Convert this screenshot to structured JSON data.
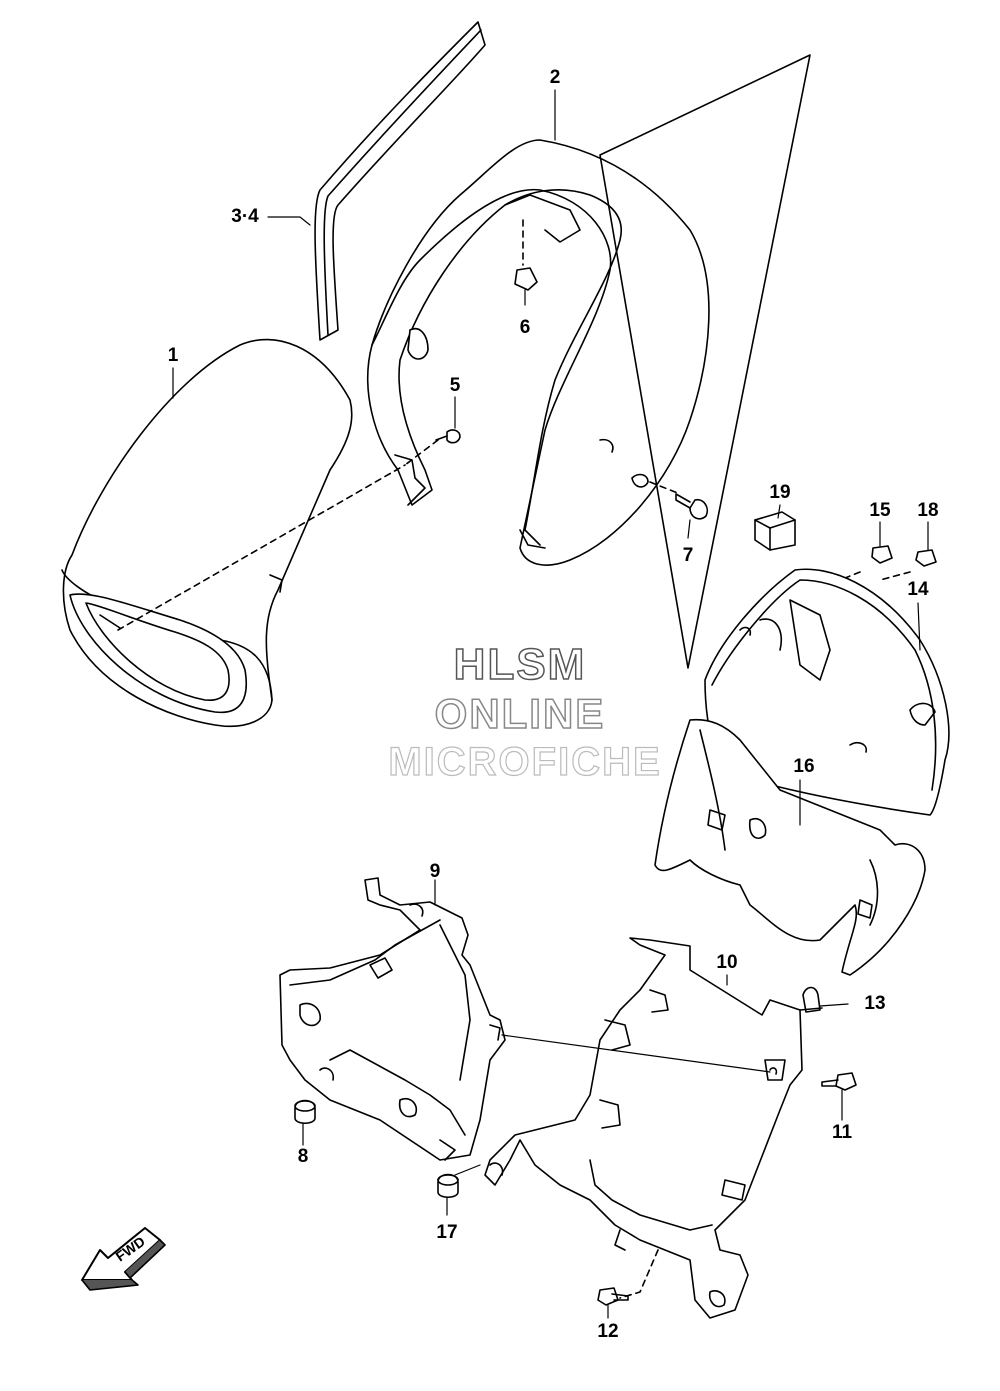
{
  "diagram": {
    "labels": {
      "p1": "1",
      "p2": "2",
      "p34": "3·4",
      "p5": "5",
      "p6": "6",
      "p7": "7",
      "p8": "8",
      "p9": "9",
      "p10": "10",
      "p11": "11",
      "p12": "12",
      "p13": "13",
      "p14": "14",
      "p15": "15",
      "p16": "16",
      "p17": "17",
      "p18": "18",
      "p19": "19"
    },
    "direction_badge": "FWD"
  },
  "watermark": {
    "line1": "HLSM",
    "line2": "ONLINE",
    "line3": "MICROFICHE"
  }
}
